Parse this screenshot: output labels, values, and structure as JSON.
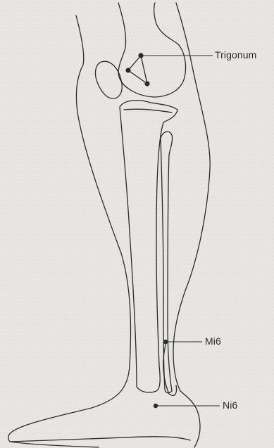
{
  "diagram": {
    "labels": {
      "trigonum": "Trigonum",
      "mi6": "Mi6",
      "ni6": "Ni6"
    },
    "colors": {
      "background": "#e7e6e4",
      "line": "#2a2a2a",
      "text": "#2b2b2b"
    }
  }
}
